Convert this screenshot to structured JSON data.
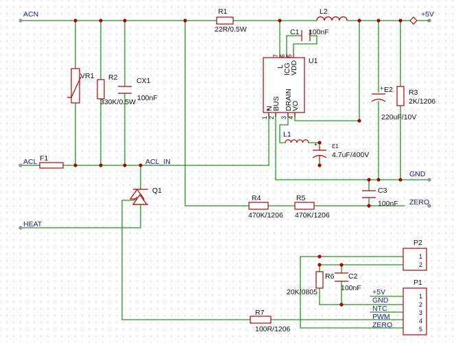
{
  "nets": {
    "acn": "ACN",
    "acl": "ACL",
    "acl_in": "ACL_IN",
    "heat": "HEAT",
    "vcc": "+5V",
    "gnd": "GND",
    "zero": "ZERO"
  },
  "components": {
    "vr1": "VR1",
    "r2": "R2",
    "r2_val": "330K/0.5W",
    "cx1": "CX1",
    "cx1_val": "100nF",
    "f1": "F1",
    "r1": "R1",
    "r1_val": "22R/0.5W",
    "c1": "C1",
    "c1_val": "100nF",
    "l2": "L2",
    "u1": "U1",
    "u1_pins": [
      "N",
      "BUS",
      "DRAIN",
      "VO",
      "L",
      "ICG",
      "VDD"
    ],
    "u1_pin_numbers": [
      "1",
      "2",
      "3",
      "4",
      "7",
      "6",
      "5"
    ],
    "l1": "L1",
    "e1": "E1",
    "e1_val": "4.7uF/400V",
    "e2": "E2",
    "e2_val": "220uF/10V",
    "r3": "R3",
    "r3_val": "2K/1206",
    "c3": "C3",
    "c3_val": "100nF",
    "r4": "R4",
    "r4_val": "470K/1206",
    "r5": "R5",
    "r5_val": "470K/1206",
    "q1": "Q1",
    "p2": "P2",
    "p2_pins": [
      "1",
      "2"
    ],
    "r6": "R6",
    "r6_val": "20K/0805",
    "c2": "C2",
    "c2_val": "100nF",
    "p1": "P1",
    "p1_pins": [
      "1",
      "2",
      "3",
      "4",
      "5"
    ],
    "p1_nets": [
      "+5V",
      "GND",
      "NTC",
      "PWM",
      "ZERO"
    ],
    "r7": "R7",
    "r7_val": "100R/1206"
  },
  "colors": {
    "wire": "#1a9a1a",
    "component": "#b00000",
    "net_label": "#1a1a88",
    "text": "#111111"
  }
}
